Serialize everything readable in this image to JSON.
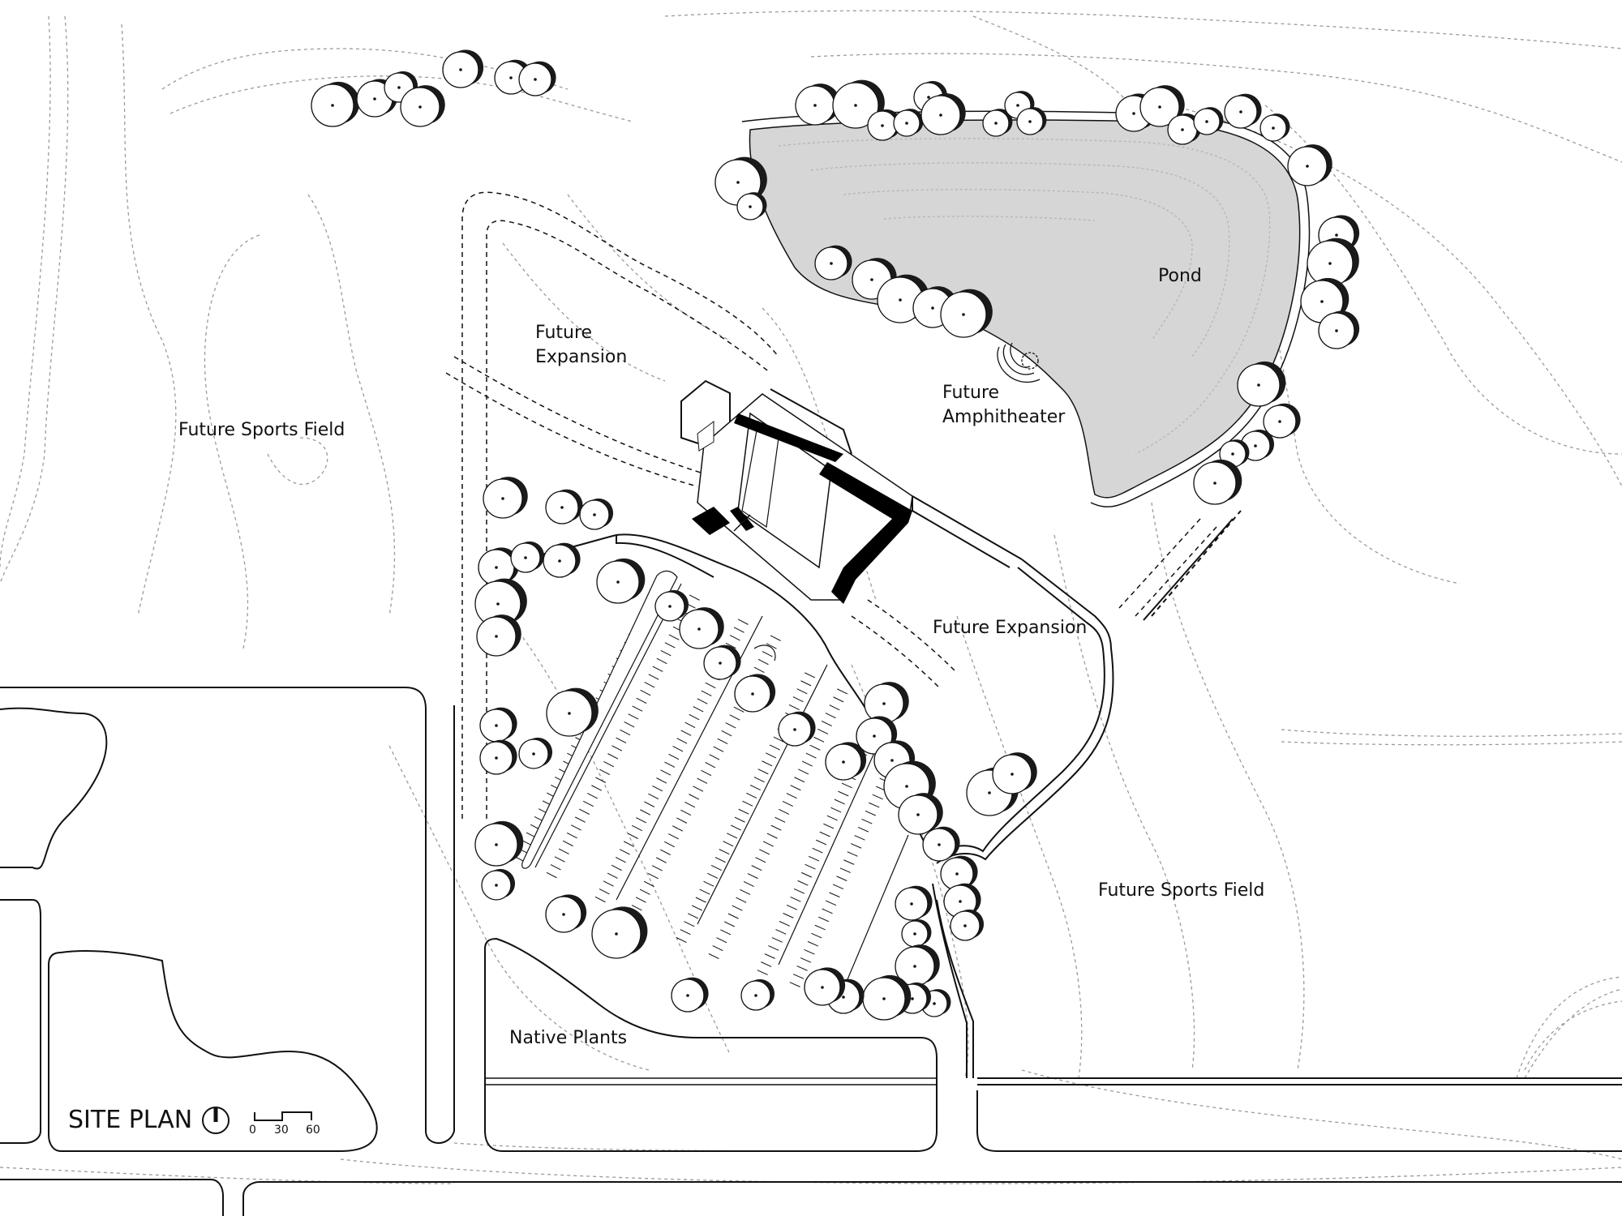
{
  "labels": {
    "future_sports_field_west": "Future Sports Field",
    "future_expansion_north": "Future\nExpansion",
    "future_amphitheater": "Future\nAmphitheater",
    "pond": "Pond",
    "future_expansion_east": "Future Expansion",
    "future_sports_field_east": "Future Sports Field",
    "native_plants": "Native Plants"
  },
  "title_block": {
    "title": "SITE PLAN",
    "north_arrow_icon": "north-arrow-icon",
    "scale_ticks": [
      "0",
      "30",
      "60"
    ]
  },
  "colors": {
    "line": "#111111",
    "contour": "#9a9a9a",
    "pond_fill": "#d6d6d6",
    "tree_shadow": "#1a1a1a",
    "building": "#000000"
  }
}
